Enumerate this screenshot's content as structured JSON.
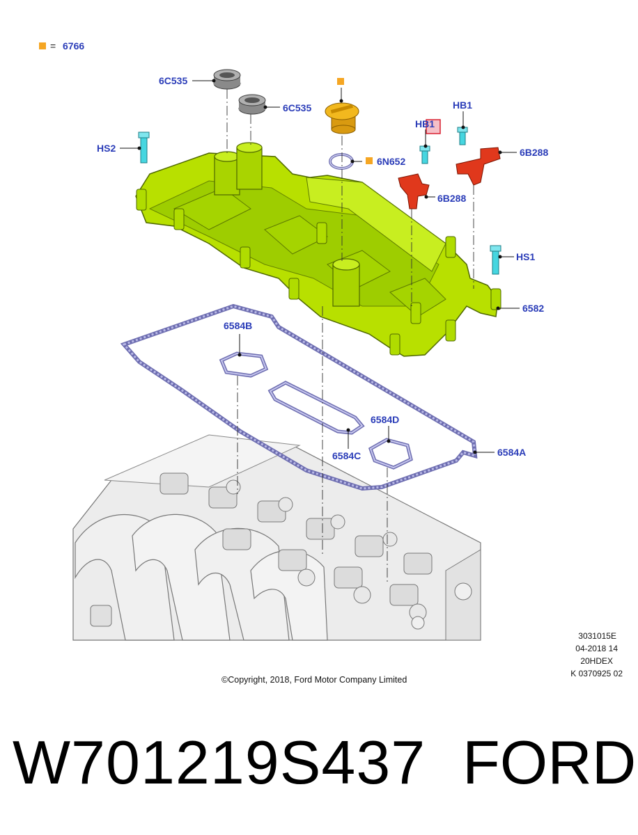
{
  "legend": {
    "marker_color": "#f5a623",
    "equals": "=",
    "code": "6766"
  },
  "callouts": {
    "c6c535_top": "6C535",
    "c6c535_mid": "6C535",
    "hs2": "HS2",
    "c6n652": "6N652",
    "hb1_left": "HB1",
    "hb1_right": "HB1",
    "c6b288_right": "6B288",
    "c6b288_left": "6B288",
    "hs1": "HS1",
    "c6582": "6582",
    "c6584b": "6584B",
    "c6584d": "6584D",
    "c6584c": "6584C",
    "c6584a": "6584A"
  },
  "meta": {
    "line1": "3031015E",
    "line2": "04-2018 14",
    "line3": "20HDEX",
    "line4": "K 0370925 02"
  },
  "copyright": "©Copyright, 2018, Ford Motor Company Limited",
  "footer": {
    "part_number": "W701219S437",
    "brand": "FORD"
  },
  "colors": {
    "cover": "#b8e000",
    "cover_dark": "#6f8f00",
    "sensor": "#e0381c",
    "bolt": "#46d6e0",
    "seal": "#7a7a7a",
    "cap": "#f2b81e",
    "gasket": "#a9a9d6",
    "head": "#e6e6e6",
    "callout_text": "#2a3cb8"
  }
}
